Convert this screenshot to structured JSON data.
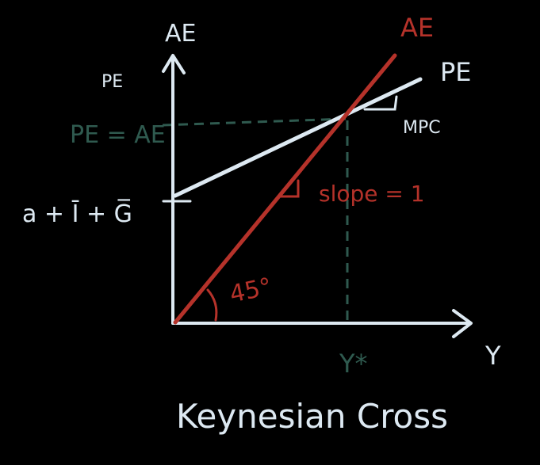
{
  "diagram": {
    "top_clipped_text": "",
    "y_axis_label": "AE",
    "x_axis_label": "Y",
    "pe_axis_label": "PE",
    "pe_line_label": "PE",
    "ae_line_label": "AE",
    "intersection_label": "PE = AE",
    "intercept_label": "a + Ī + G̅",
    "mpc_label": "MPC",
    "slope_label": "slope = 1",
    "angle_label": "45°",
    "equilibrium_label": "Y*",
    "title": "Keynesian Cross",
    "colors": {
      "background": "#000000",
      "chalk_white": "#dde9f2",
      "ae_red": "#b5322a",
      "guide_green": "#2f5a4f"
    }
  }
}
